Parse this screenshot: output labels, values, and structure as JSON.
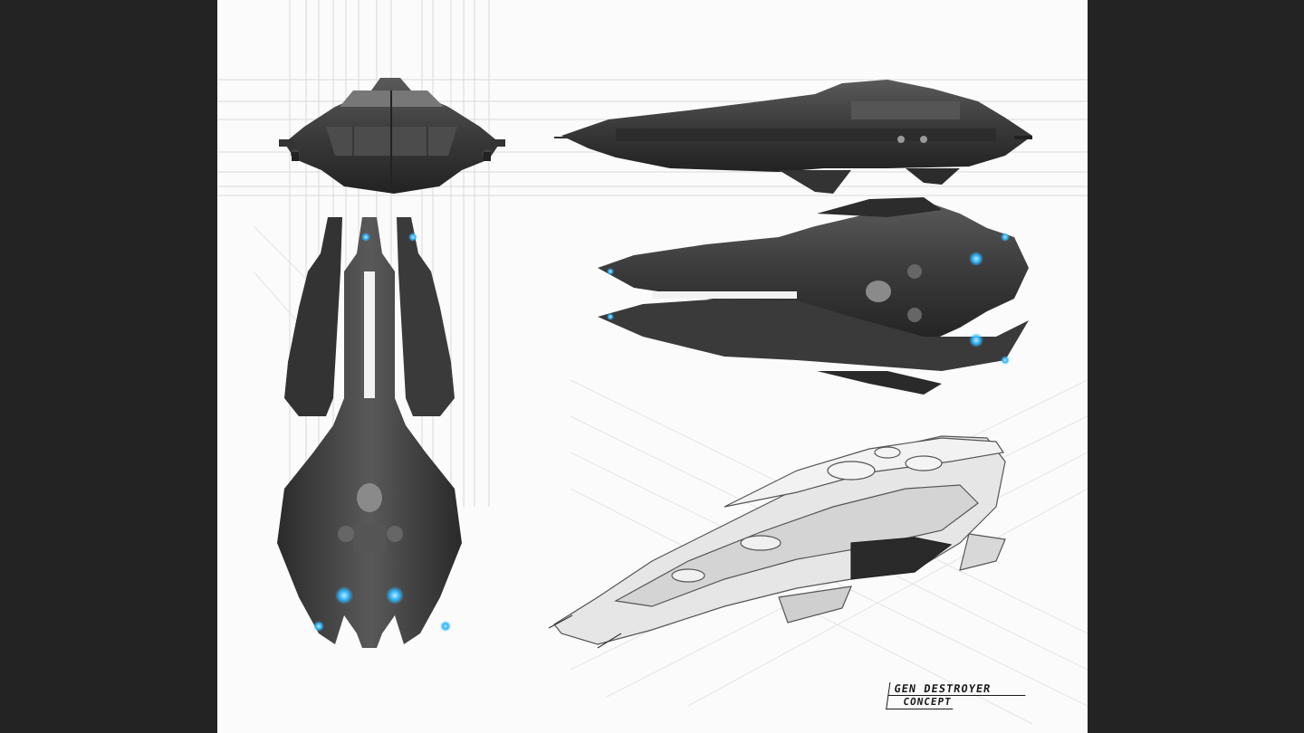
{
  "sheet": {
    "signature_line1": "GEN DESTROYER",
    "signature_line2": "CONCEPT"
  },
  "colors": {
    "background_bars": "#232323",
    "paper": "#fbfbfb",
    "hull_dark": "#3a3a3a",
    "hull_light": "#e6e6e6",
    "engine_glow": "#2fb4ff"
  },
  "views": [
    "front-view",
    "side-view",
    "top-view",
    "bottom-view",
    "perspective-sketch"
  ]
}
